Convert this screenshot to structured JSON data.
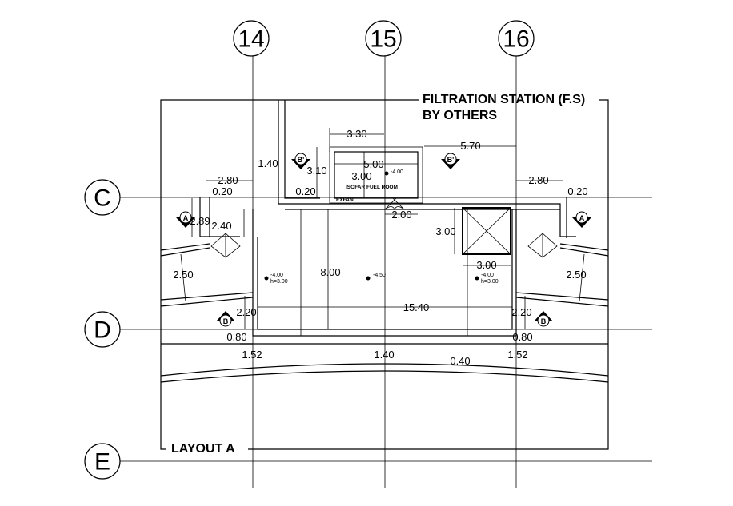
{
  "grid": {
    "cols": [
      "14",
      "15",
      "16"
    ],
    "rows": [
      "C",
      "D",
      "E"
    ]
  },
  "titles": {
    "station": "FILTRATION STATION (F.S)",
    "others": "BY OTHERS",
    "layout": "LAYOUT A"
  },
  "room": {
    "name": "ISOFAR FUEL ROOM",
    "exfan": "EXFAN"
  },
  "dims": [
    "3.30",
    "5.70",
    "5.00",
    "3.10",
    "3.00",
    "1.40",
    "2.80",
    "0.20",
    "0.20",
    "2.80",
    "0.20",
    "2.89",
    "2.40",
    "2.00",
    "3.00",
    "3.00",
    "8.00",
    "2.50",
    "2.50",
    "15.40",
    "2.20",
    "2.20",
    "0.80",
    "0.80",
    "1.52",
    "1.40",
    "1.52",
    "0.40"
  ],
  "levels": {
    "fuel": "-4.00",
    "left": "-4.00",
    "left_h": "h=3.00",
    "center": "-4.50",
    "right": "-4.00",
    "right_h": "h=3.00"
  },
  "markers": {
    "a": "A",
    "b": "B",
    "b_prime": "B'"
  }
}
